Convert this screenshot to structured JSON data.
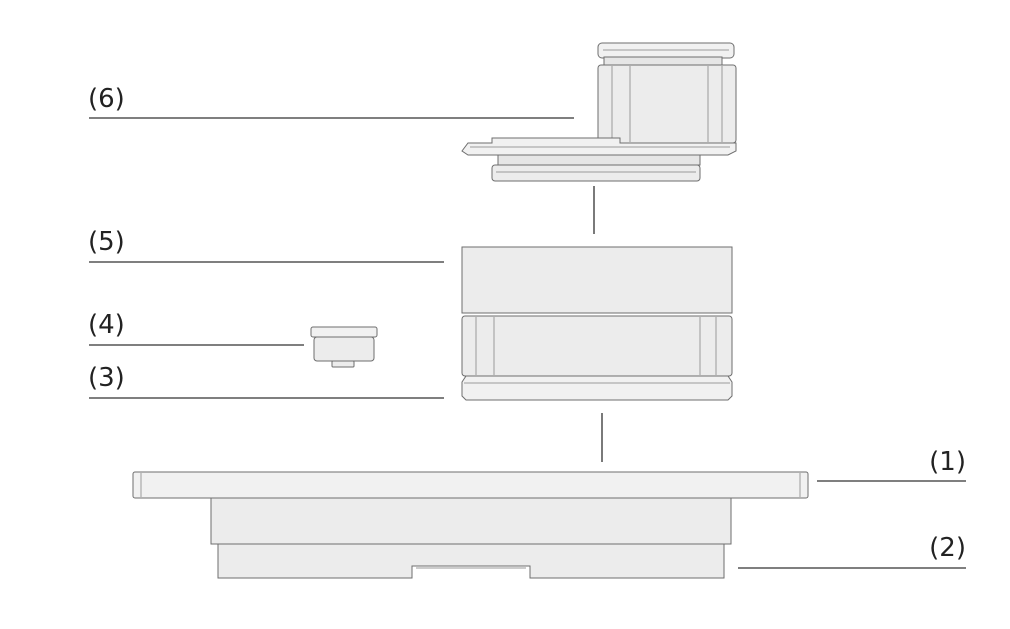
{
  "labels": {
    "l1": "(1)",
    "l2": "(2)",
    "l3": "(3)",
    "l4": "(4)",
    "l5": "(5)",
    "l6": "(6)"
  },
  "colors": {
    "part_fill": "#ececec",
    "part_fill_light": "#f1f1f1",
    "part_stroke": "#6e6e6e",
    "leader_line": "#333333",
    "text": "#222222"
  }
}
